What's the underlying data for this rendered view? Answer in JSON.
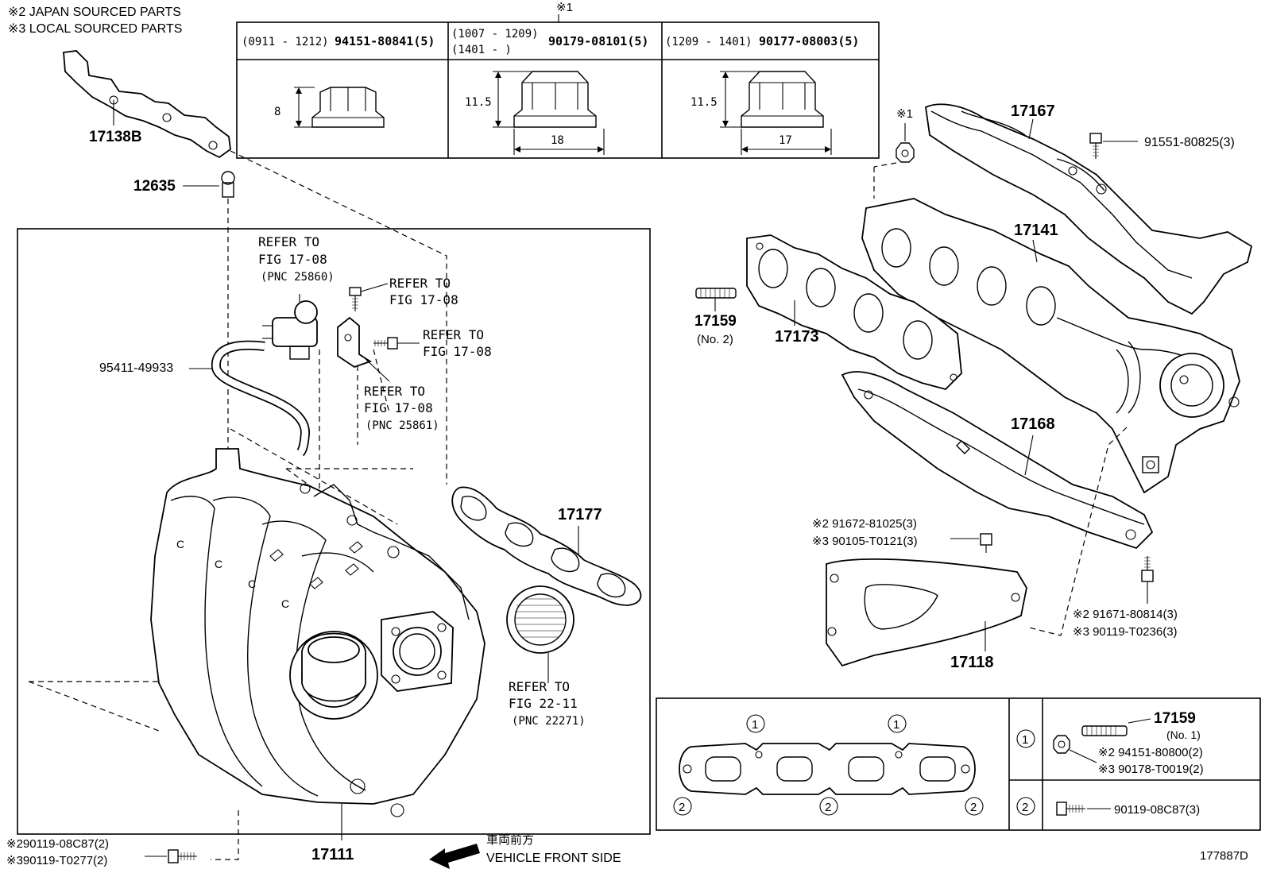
{
  "notes": {
    "japan": "※2 JAPAN SOURCED PARTS",
    "local": "※3 LOCAL SOURCED PARTS"
  },
  "nut_table": {
    "mark": "※1",
    "col1_header_date": "(0911 - 1212)",
    "col1_header_part": "94151-80841(5)",
    "col1_dim_h": "8",
    "col2_header_date1": "(1007 - 1209)",
    "col2_header_date2": "(1401 -        )",
    "col2_header_part": "90179-08101(5)",
    "col2_dim_h": "11.5",
    "col2_dim_w": "18",
    "col3_header_date": "(1209 - 1401)",
    "col3_header_part": "90177-08003(5)",
    "col3_dim_h": "11.5",
    "col3_dim_w": "17"
  },
  "labels": {
    "p17138B": "17138B",
    "p12635": "12635",
    "ref1_l1": "REFER TO",
    "ref1_l2": "FIG 17-08",
    "ref1_l3": "(PNC 25860)",
    "ref2_l1": "REFER TO",
    "ref2_l2": "FIG 17-08",
    "ref3_l1": "REFER TO",
    "ref3_l2": "FIG 17-08",
    "ref4_l1": "REFER TO",
    "ref4_l2": "FIG 17-08",
    "ref4_l3": "(PNC 25861)",
    "p95411": "95411-49933",
    "p17177": "17177",
    "ref5_l1": "REFER TO",
    "ref5_l2": "FIG 22-11",
    "ref5_l3": "(PNC 22271)",
    "p17111": "17111",
    "bolt_l1": "※290119-08C87(2)",
    "bolt_l2": "※390119-T0277(2)",
    "front_jp": "車両前方",
    "front_en": "VEHICLE FRONT SIDE",
    "mark1_right": "※1",
    "p17167": "17167",
    "p91551": "91551-80825(3)",
    "p17141": "17141",
    "p17159_no2": "17159",
    "p17159_no2_sub": "(No. 2)",
    "p17173": "17173",
    "p17168": "17168",
    "p91672_l1": "※2 91672-81025(3)",
    "p91672_l2": "※3 90105-T0121(3)",
    "p91671_l1": "※2 91671-80814(3)",
    "p91671_l2": "※3 90119-T0236(3)",
    "p17118": "17118",
    "ref_code": "177887D"
  },
  "legend_box": {
    "circle1": "1",
    "circle2": "2",
    "p17159": "17159",
    "p17159_sub": "(No. 1)",
    "nut_l1": "※2 94151-80800(2)",
    "nut_l2": "※3 90178-T0019(2)",
    "bolt": "90119-08C87(3)"
  }
}
